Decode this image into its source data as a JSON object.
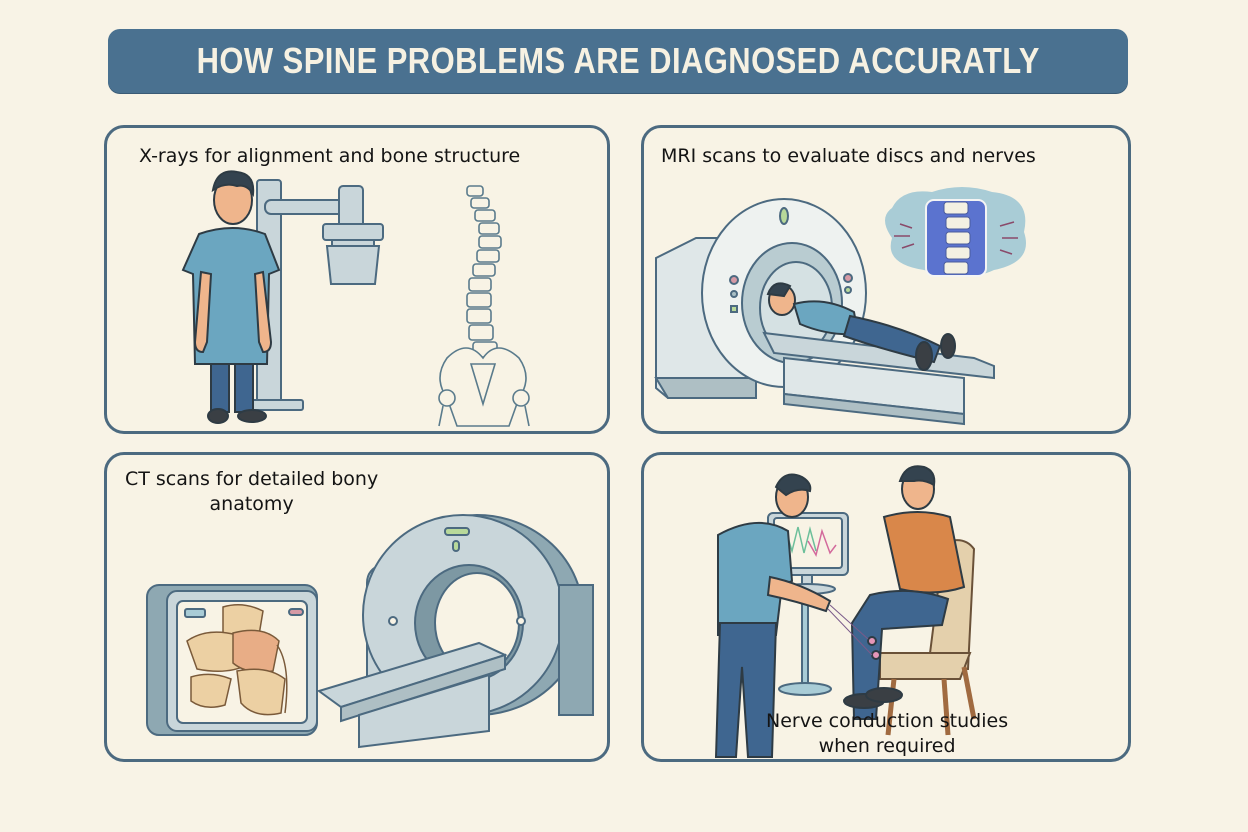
{
  "header": {
    "title": "HOW SPINE PROBLEMS ARE DIAGNOSED ACCURATLY"
  },
  "colors": {
    "banner": "#4a7190",
    "banner_text": "#f6f1e2",
    "background": "#f8f3e6",
    "panel_border": "#4c6a80",
    "gown_blue": "#6ba6c0",
    "pants_blue": "#3f6690",
    "machine_gray": "#c9d6da",
    "mri_bubble": "#a9ccd6",
    "mri_spine_bg": "#5b73cf",
    "ct_bone": "#ecd0a3",
    "patient_shirt": "#d9874a",
    "chair": "#e4d0ac"
  },
  "panels": [
    {
      "id": "xray",
      "caption_lines": [
        "X-rays for alignment and bone structure"
      ],
      "illustration": "standing patient beside x-ray machine with spine and pelvis skeleton"
    },
    {
      "id": "mri",
      "caption_lines": [
        "MRI scans to evaluate discs and nerves"
      ],
      "illustration": "patient lying in MRI scanner with thought bubble showing spinal discs"
    },
    {
      "id": "ct",
      "caption_lines": [
        "CT scans for detailed bony",
        "anatomy"
      ],
      "illustration": "CT scanner gantry with table and monitor showing vertebrae"
    },
    {
      "id": "nerve",
      "caption_lines": [
        "Nerve conduction studies",
        "when required"
      ],
      "illustration": "clinician attaching electrodes to seated patient's leg next to waveform monitor"
    }
  ]
}
